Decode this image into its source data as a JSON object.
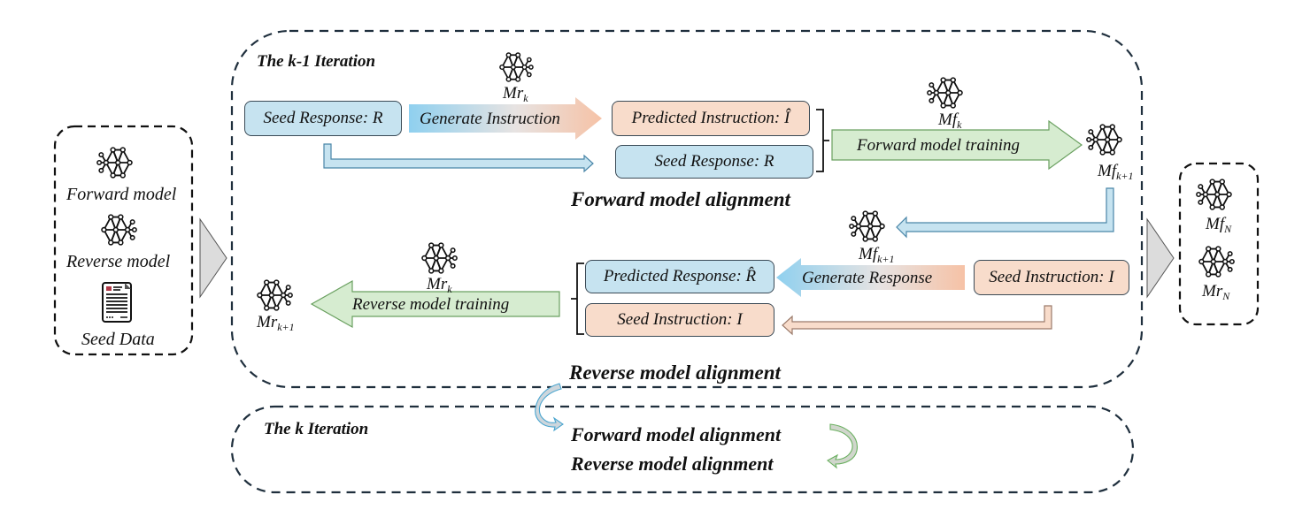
{
  "left_panel": {
    "items": [
      {
        "icon": "neural-network-icon",
        "label": "Forward model"
      },
      {
        "icon": "neural-network-icon",
        "label": "Reverse model"
      },
      {
        "icon": "document-icon",
        "label": "Seed Data"
      }
    ]
  },
  "iteration_k_minus_1": {
    "title": "The k-1 Iteration",
    "forward": {
      "seed_response_box": "Seed Response: R",
      "generate_arrow": "Generate Instruction",
      "generator_model": {
        "base": "Mr",
        "sub": "k"
      },
      "predicted_instruction_box": "Predicted Instruction: Î",
      "seed_response_copy_box": "Seed Response: R",
      "training_arrow": "Forward model training",
      "training_model": {
        "base": "Mf",
        "sub": "k"
      },
      "output_model": {
        "base": "Mf",
        "sub": "k+1"
      },
      "section_label": "Forward model alignment"
    },
    "reverse": {
      "generator_model": {
        "base": "Mf",
        "sub": "k+1"
      },
      "seed_instruction_box": "Seed Instruction: I",
      "generate_arrow": "Generate Response",
      "predicted_response_box": "Predicted Response: R̂",
      "seed_instruction_copy_box": "Seed Instruction: I",
      "training_arrow": "Reverse model training",
      "training_model": {
        "base": "Mr",
        "sub": "k"
      },
      "output_model": {
        "base": "Mr",
        "sub": "k+1"
      },
      "section_label": "Reverse model alignment"
    }
  },
  "iteration_k": {
    "title": "The k Iteration",
    "steps": [
      "Forward model alignment",
      "Reverse model alignment"
    ]
  },
  "right_panel": {
    "models": [
      {
        "base": "Mf",
        "sub": "N"
      },
      {
        "base": "Mr",
        "sub": "N"
      }
    ]
  },
  "colors": {
    "blue_fill": "#c6e3f0",
    "peach_fill": "#f8dccb",
    "green_fill": "#d6ecd0",
    "dashed_border": "#1f2f3d",
    "triangle_fill": "#dcdcdc"
  }
}
